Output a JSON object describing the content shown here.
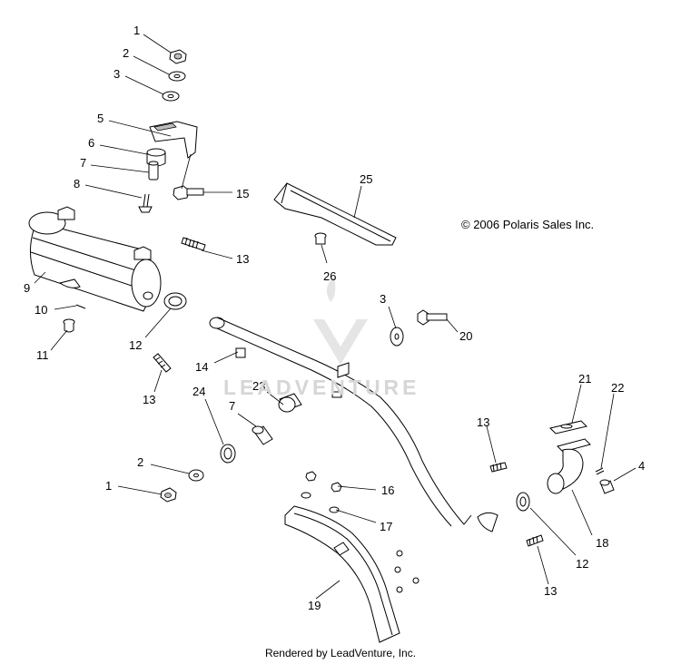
{
  "copyright": "© 2006 Polaris Sales Inc.",
  "footer": "Rendered by LeadVenture, Inc.",
  "watermark": "LEADVENTURE",
  "callouts": {
    "c1a": "1",
    "c2a": "2",
    "c3a": "3",
    "c5": "5",
    "c6": "6",
    "c7a": "7",
    "c8": "8",
    "c9": "9",
    "c10": "10",
    "c11": "11",
    "c12a": "12",
    "c13a": "13",
    "c13b": "13",
    "c14": "14",
    "c15": "15",
    "c25": "25",
    "c26": "26",
    "c3b": "3",
    "c20": "20",
    "c23": "23",
    "c7b": "7",
    "c24": "24",
    "c2b": "2",
    "c1b": "1",
    "c16": "16",
    "c17": "17",
    "c19": "19",
    "c13c": "13",
    "c21": "21",
    "c22": "22",
    "c4": "4",
    "c18": "18",
    "c12b": "12",
    "c13d": "13"
  }
}
